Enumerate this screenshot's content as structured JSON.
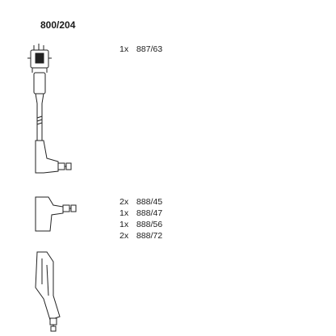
{
  "title": "800/204",
  "parts_top": [
    {
      "qty": "1x",
      "code": "887/63"
    }
  ],
  "parts_bottom": [
    {
      "qty": "2x",
      "code": "888/45"
    },
    {
      "qty": "1x",
      "code": "888/47"
    },
    {
      "qty": "1x",
      "code": "888/56"
    },
    {
      "qty": "2x",
      "code": "888/72"
    }
  ]
}
